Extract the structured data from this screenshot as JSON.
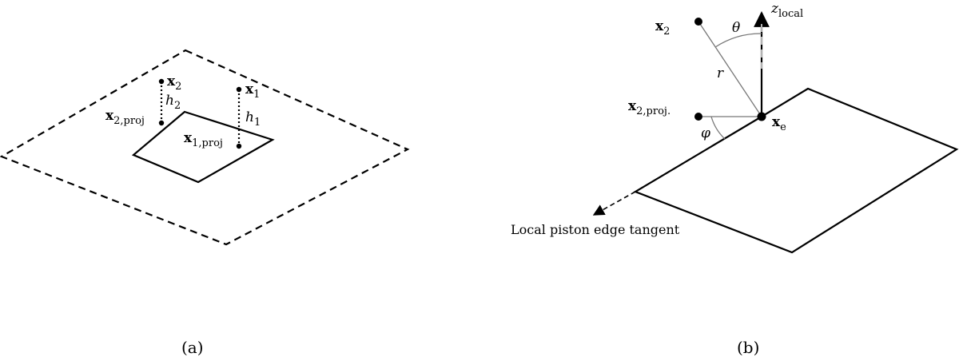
{
  "panel_a": {
    "caption": "(a)",
    "x2_label": "x",
    "x2_sub": "2",
    "x1_label": "x",
    "x1_sub": "1",
    "h2_label": "h",
    "h2_sub": "2",
    "h1_label": "h",
    "h1_sub": "1",
    "x2proj_label": "x",
    "x2proj_sub": "2,proj",
    "x1proj_label": "x",
    "x1proj_sub": "1,proj"
  },
  "panel_b": {
    "caption": "(b)",
    "x2_label": "x",
    "x2_sub": "2",
    "x2proj_label": "x",
    "x2proj_sub": "2,proj.",
    "xe_label": "x",
    "xe_sub": "e",
    "z_label": "z",
    "z_sub": "local",
    "theta_label": "θ",
    "r_label": "r",
    "phi_label": "φ",
    "tangent_label": "Local piston edge tangent"
  }
}
